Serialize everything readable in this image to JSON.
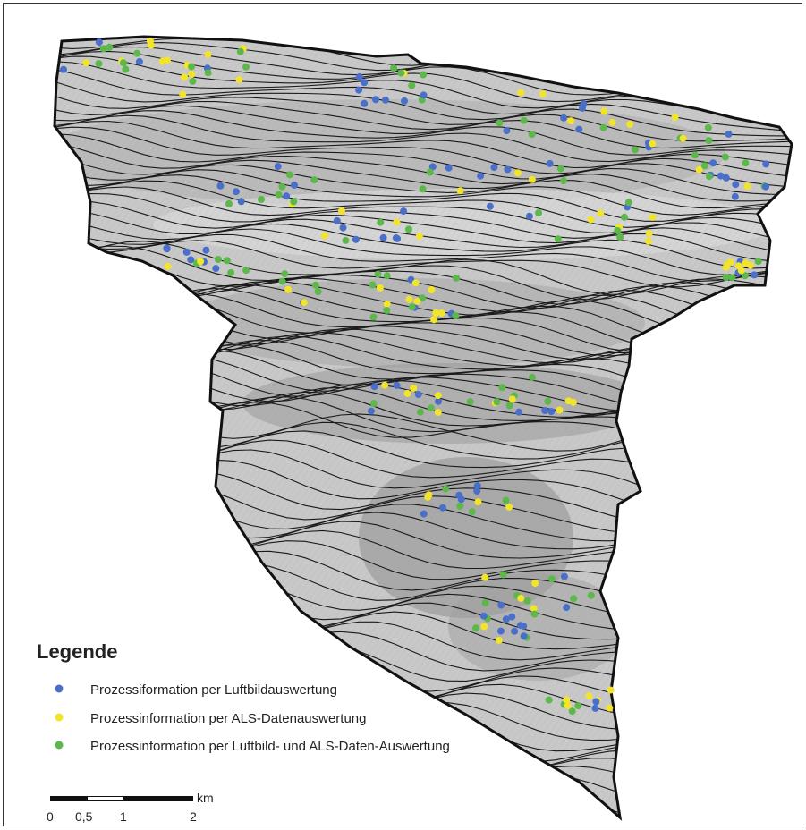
{
  "legend": {
    "title": "Legende",
    "items": [
      {
        "label": "Prozessiformation per Luftbildauswertung",
        "color": "#4a6fc9",
        "category": "luftbild"
      },
      {
        "label": "Prozessinformation per ALS-Datenauswertung",
        "color": "#f2e42b",
        "category": "als"
      },
      {
        "label": "Prozessinformation per Luftbild- und ALS-Daten-Auswertung",
        "color": "#5cb84a",
        "category": "both"
      }
    ]
  },
  "scale_bar": {
    "unit": "km",
    "ticks": [
      "0",
      "0,5",
      "1",
      "2"
    ]
  },
  "colors": {
    "terrain": "#c8c8c8",
    "contour": "#1a1a1a",
    "boundary": "#111111"
  }
}
